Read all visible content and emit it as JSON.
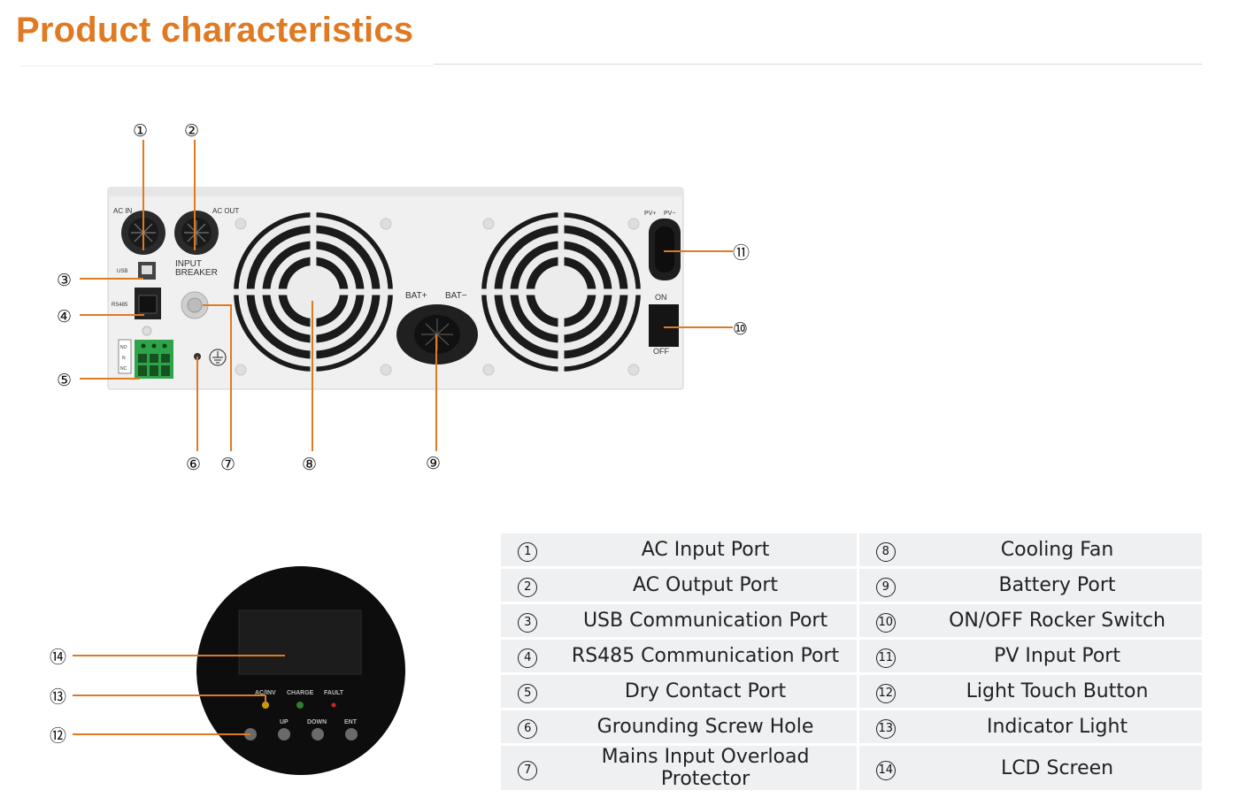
{
  "title": "Product characteristics",
  "rear_panel": {
    "labels": {
      "ac_in": "AC IN",
      "ac_out": "AC OUT",
      "usb": "USB",
      "rs485": "RS485",
      "input_breaker_1": "INPUT",
      "input_breaker_2": "BREAKER",
      "bat_plus": "BAT+",
      "bat_minus": "BAT−",
      "pv_plus": "PV+",
      "pv_minus": "PV−",
      "on": "ON",
      "off": "OFF",
      "dry_no": "NO",
      "dry_n": "N",
      "dry_nc": "NC"
    },
    "callouts": [
      "①",
      "②",
      "③",
      "④",
      "⑤",
      "⑥",
      "⑦",
      "⑧",
      "⑨",
      "⑩",
      "⑪"
    ]
  },
  "front_panel": {
    "labels": {
      "ac_inv": "AC/INV",
      "charge": "CHARGE",
      "fault": "FAULT",
      "up": "UP",
      "down": "DOWN",
      "ent": "ENT"
    },
    "callouts": [
      "⑭",
      "⑬",
      "⑫"
    ],
    "colors": {
      "ac_inv_led": "#c8a000",
      "charge_led": "#2e7d32",
      "fault_led": "#c62828"
    }
  },
  "legend": {
    "rows": [
      {
        "left_num": "1",
        "left_label": "AC Input Port",
        "right_num": "8",
        "right_label": "Cooling Fan"
      },
      {
        "left_num": "2",
        "left_label": "AC Output Port",
        "right_num": "9",
        "right_label": "Battery Port"
      },
      {
        "left_num": "3",
        "left_label": "USB Communication Port",
        "right_num": "10",
        "right_label": "ON/OFF Rocker Switch"
      },
      {
        "left_num": "4",
        "left_label": "RS485 Communication Port",
        "right_num": "11",
        "right_label": "PV Input Port"
      },
      {
        "left_num": "5",
        "left_label": "Dry Contact Port",
        "right_num": "12",
        "right_label": "Light Touch Button"
      },
      {
        "left_num": "6",
        "left_label": "Grounding Screw Hole",
        "right_num": "13",
        "right_label": "Indicator Light"
      },
      {
        "left_num": "7",
        "left_label": "Mains Input Overload Protector",
        "right_num": "14",
        "right_label": "LCD Screen"
      }
    ]
  },
  "colors": {
    "accent": "#e07a22",
    "leader": "#e07a22",
    "row_bg": "#eef0f1"
  }
}
